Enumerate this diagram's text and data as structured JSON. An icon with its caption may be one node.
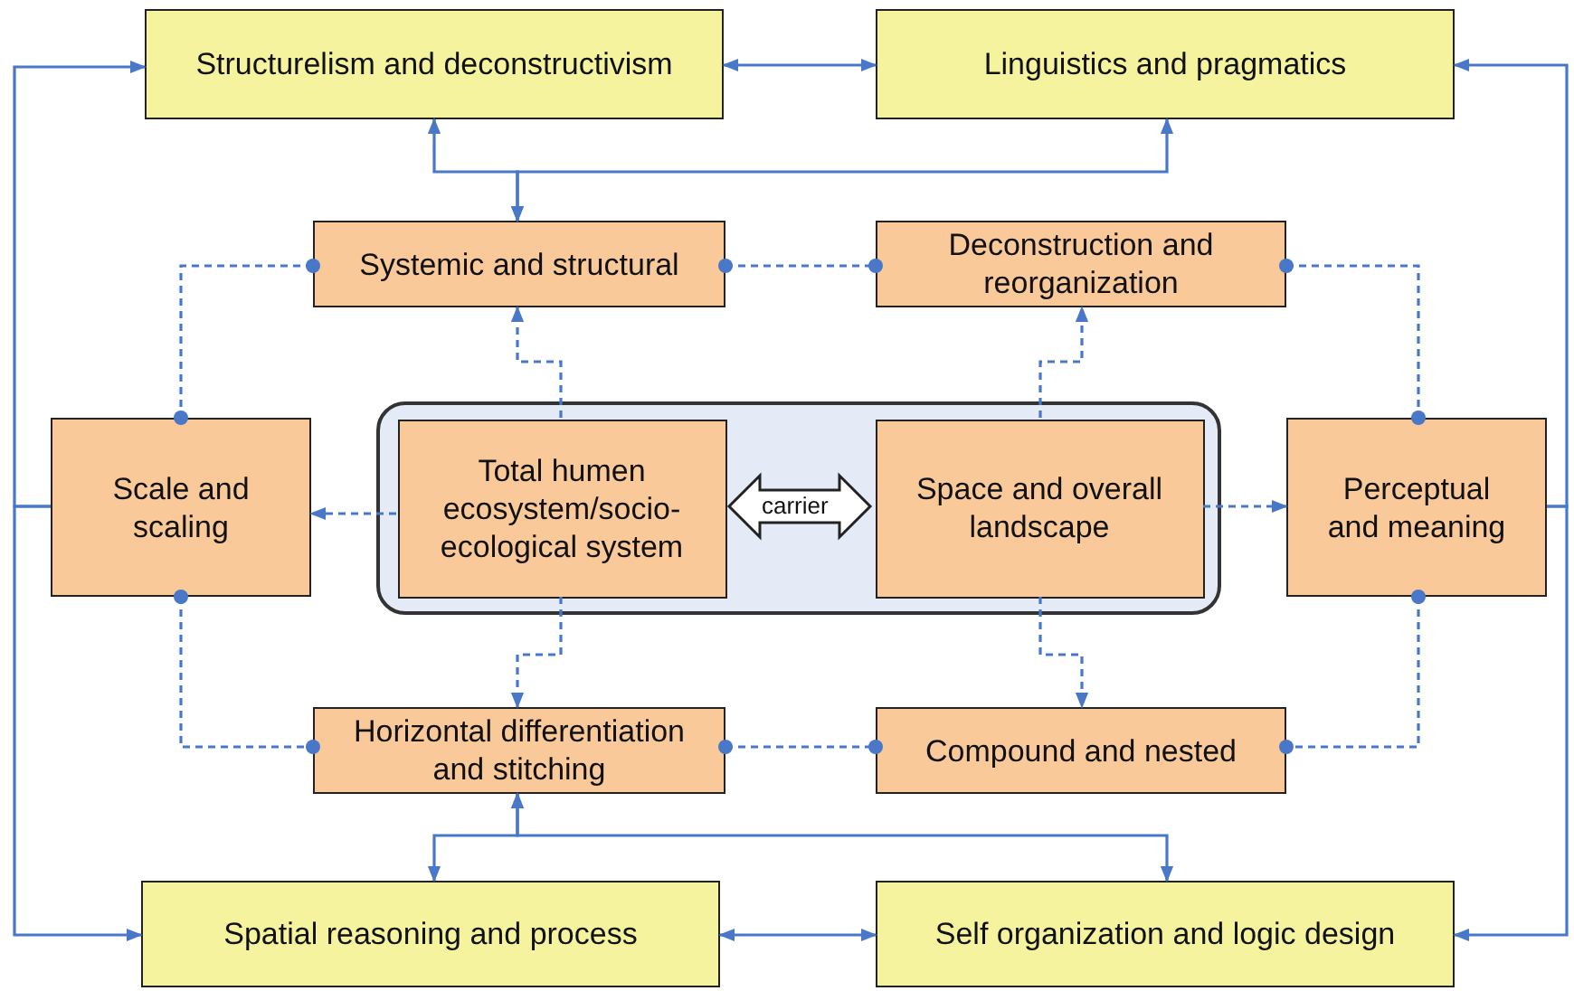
{
  "diagram": {
    "nodes": [
      {
        "text": [
          "Structurelism and deconstructivism"
        ]
      },
      {
        "text": [
          "Linguistics and pragmatics"
        ]
      },
      {
        "text": [
          "Systemic and structural"
        ]
      },
      {
        "text": [
          "Deconstruction and reorganization"
        ]
      },
      {
        "text": [
          "Scale and scaling"
        ]
      },
      {
        "text": [],
        "shape": "box"
      },
      {
        "text": [
          "Total humen ecosystem/socio-ecological system"
        ],
        "in": 5
      },
      {
        "text": [
          "Space and overall landscape"
        ],
        "in": 5
      },
      {
        "text": [
          "Perceptual and meaning"
        ]
      },
      {
        "text": [
          "Horizontal differentiation and stitching"
        ]
      },
      {
        "text": [
          "Compound and nested"
        ]
      },
      {
        "text": [
          "Spatial reasoning and process"
        ]
      },
      {
        "text": [
          "Self organization and logic design"
        ]
      }
    ],
    "edges": [
      {
        "from": 0,
        "to": 1,
        "arrow": "both"
      },
      {
        "from": 2,
        "to": 0,
        "arrow": "both"
      },
      {
        "from": 2,
        "to": 1,
        "arrow": "both"
      },
      {
        "from": 4,
        "to": 0,
        "arrow": "to"
      },
      {
        "from": 4,
        "to": 11,
        "arrow": "to"
      },
      {
        "from": 8,
        "to": 1,
        "arrow": "to"
      },
      {
        "from": 8,
        "to": 12,
        "arrow": "to"
      },
      {
        "from": 2,
        "to": 3,
        "arrow": "other",
        "style": "dashed"
      },
      {
        "from": 2,
        "to": 4,
        "arrow": "other",
        "style": "dashed"
      },
      {
        "from": 3,
        "to": 8,
        "arrow": "other",
        "style": "dashed"
      },
      {
        "from": 6,
        "to": 2,
        "arrow": "to",
        "style": "dashed"
      },
      {
        "from": 7,
        "to": 3,
        "arrow": "to",
        "style": "dashed"
      },
      {
        "from": 6,
        "to": 7,
        "arrow": "both",
        "label": "carrier",
        "style": "thick"
      },
      {
        "from": 6,
        "to": 4,
        "arrow": "to",
        "style": "dashed"
      },
      {
        "from": 7,
        "to": 8,
        "arrow": "to",
        "style": "dashed"
      },
      {
        "from": 6,
        "to": 9,
        "arrow": "to",
        "style": "dashed"
      },
      {
        "from": 7,
        "to": 10,
        "arrow": "to",
        "style": "dashed"
      },
      {
        "from": 4,
        "to": 9,
        "arrow": "other",
        "style": "dashed"
      },
      {
        "from": 8,
        "to": 10,
        "arrow": "other",
        "style": "dashed"
      },
      {
        "from": 9,
        "to": 10,
        "arrow": "other",
        "style": "dashed"
      },
      {
        "from": 9,
        "to": 11,
        "arrow": "both"
      },
      {
        "from": 9,
        "to": 12,
        "arrow": "both"
      },
      {
        "from": 11,
        "to": 12,
        "arrow": "both"
      }
    ]
  }
}
